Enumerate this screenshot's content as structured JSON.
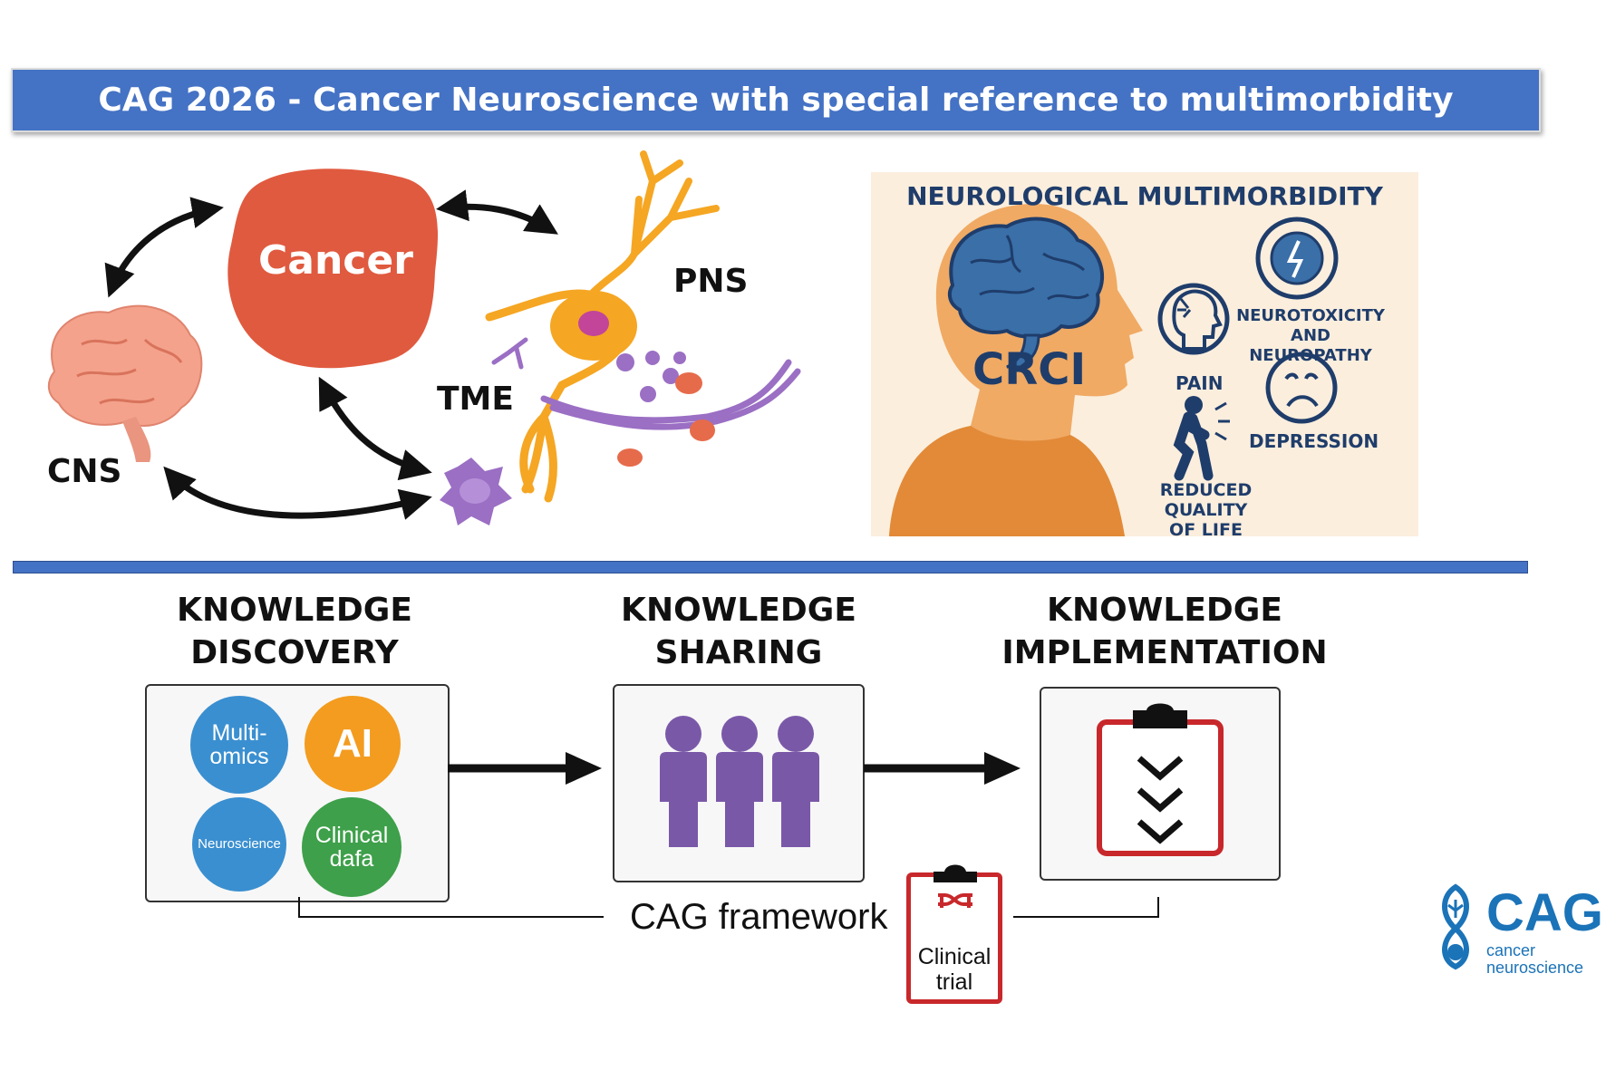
{
  "header": {
    "title": "CAG 2026 - Cancer Neuroscience with special reference to multimorbidity"
  },
  "axis_diagram": {
    "cancer": "Cancer",
    "pns": "PNS",
    "tme": "TME",
    "cns": "CNS"
  },
  "multimorbidity": {
    "title": "NEUROLOGICAL MULTIMORBIDITY",
    "crci": "CRCI",
    "neurotoxicity_line1": "NEUROTOXICITY",
    "neurotoxicity_line2": "AND NEUROPATHY",
    "pain": "PAIN",
    "depression": "DEPRESSION",
    "qol_line1": "REDUCED QUALITY",
    "qol_line2": "OF LIFE"
  },
  "stages": [
    {
      "title_line1": "KNOWLEDGE",
      "title_line2": "DISCOVERY"
    },
    {
      "title_line1": "KNOWLEDGE",
      "title_line2": "SHARING"
    },
    {
      "title_line1": "KNOWLEDGE",
      "title_line2": "IMPLEMENTATION"
    }
  ],
  "discovery_items": {
    "multiomics_line1": "Multi-",
    "multiomics_line2": "omics",
    "ai": "AI",
    "neuroscience": "Neuroscience",
    "clinical_line1": "Clinical",
    "clinical_line2": "dafa"
  },
  "framework": {
    "label": "CAG framework",
    "clinical_trial_line1": "Clinical",
    "clinical_trial_line2": "trial"
  },
  "logo": {
    "word": "CAG",
    "sub_line1": "cancer",
    "sub_line2": "neuroscience"
  },
  "colors": {
    "header_blue": "#4472c4",
    "cancer_red": "#e05a3f",
    "neuron_orange": "#f5a623",
    "microglia_purple": "#9b6fc4",
    "multiomics_blue": "#3a8fd0",
    "ai_orange": "#f39c1f",
    "clinical_green": "#3ea04a",
    "people_purple": "#7a58a8",
    "clipboard_red": "#c8282b",
    "logo_blue": "#1b73b8"
  }
}
